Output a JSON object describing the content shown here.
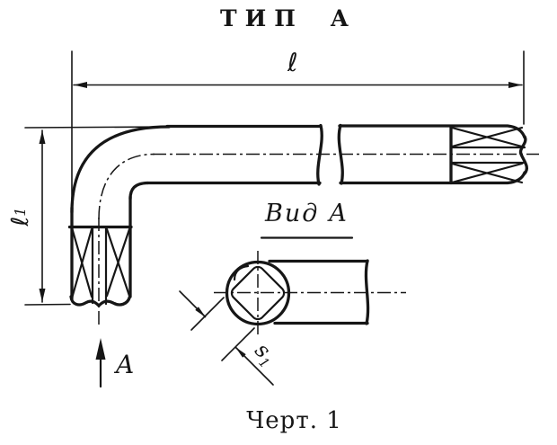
{
  "title": "ТИП А",
  "caption": "Черт. 1",
  "labels": {
    "length": "ℓ",
    "height_base": "ℓ",
    "height_sub": "1",
    "view_name": "Вид А",
    "side_base": "s",
    "side_sub": "1",
    "view_arrow": "A"
  },
  "colors": {
    "ink": "#161616",
    "background": "#ffffff"
  }
}
